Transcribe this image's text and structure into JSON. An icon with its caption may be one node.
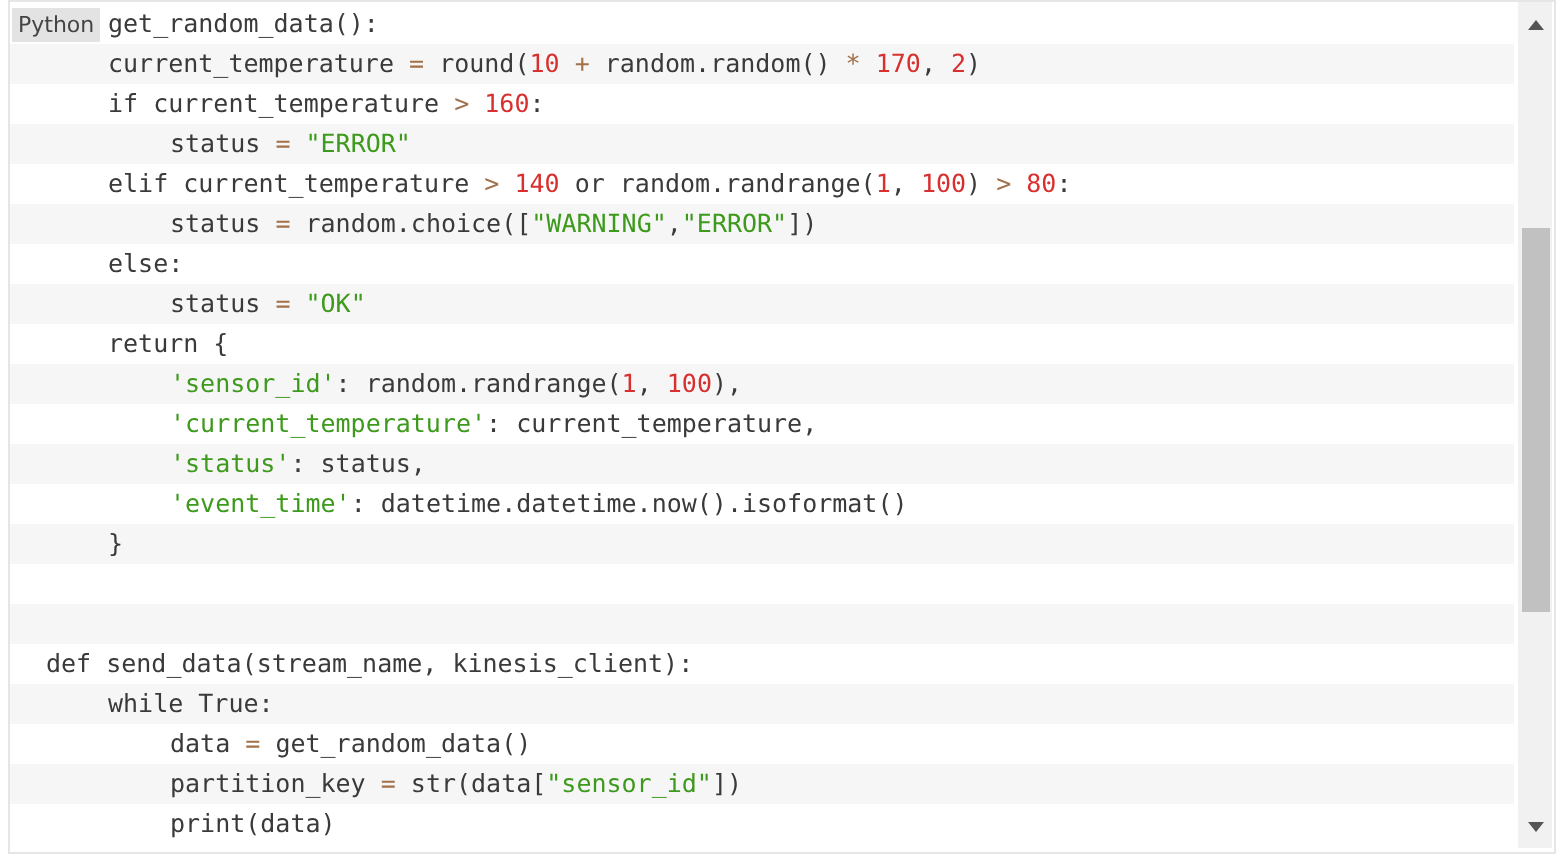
{
  "diagram": {
    "labels": [
      "Python",
      "get_random_data():",
      "current_temperature = round(10 + random.random() * 170, 2)",
      "if current_temperature > 160:",
      "status = \"ERROR\"",
      "elif current_temperature > 140 or random.randrange(1, 100) > 80:",
      "status = random.choice([\"WARNING\",\"ERROR\"])",
      "else:",
      "status = \"OK\"",
      "return {",
      "'sensor_id': random.randrange(1, 100),",
      "'current_temperature': current_temperature,",
      "'status': status,",
      "'event_time': datetime.datetime.now().isoformat()",
      "}",
      "def send_data(stream_name, kinesis_client):",
      "while True:",
      "data = get_random_data()",
      "partition_key = str(data[\"sensor_id\"])",
      "print(data)"
    ]
  }
}
